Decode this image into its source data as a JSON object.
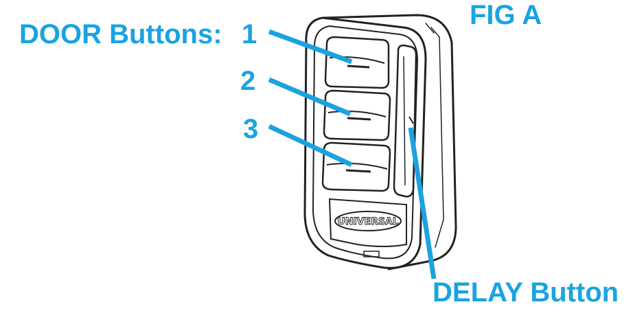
{
  "figure": {
    "title": "FIG A",
    "door_buttons_label": "DOOR Buttons:",
    "button_numbers": [
      "1",
      "2",
      "3"
    ],
    "delay_button_label": "DELAY Button",
    "brand_logo_text": "UNIVERSAL"
  },
  "colors": {
    "label_blue": "#1aa3e0",
    "outline": "#222222",
    "background": "#ffffff"
  }
}
